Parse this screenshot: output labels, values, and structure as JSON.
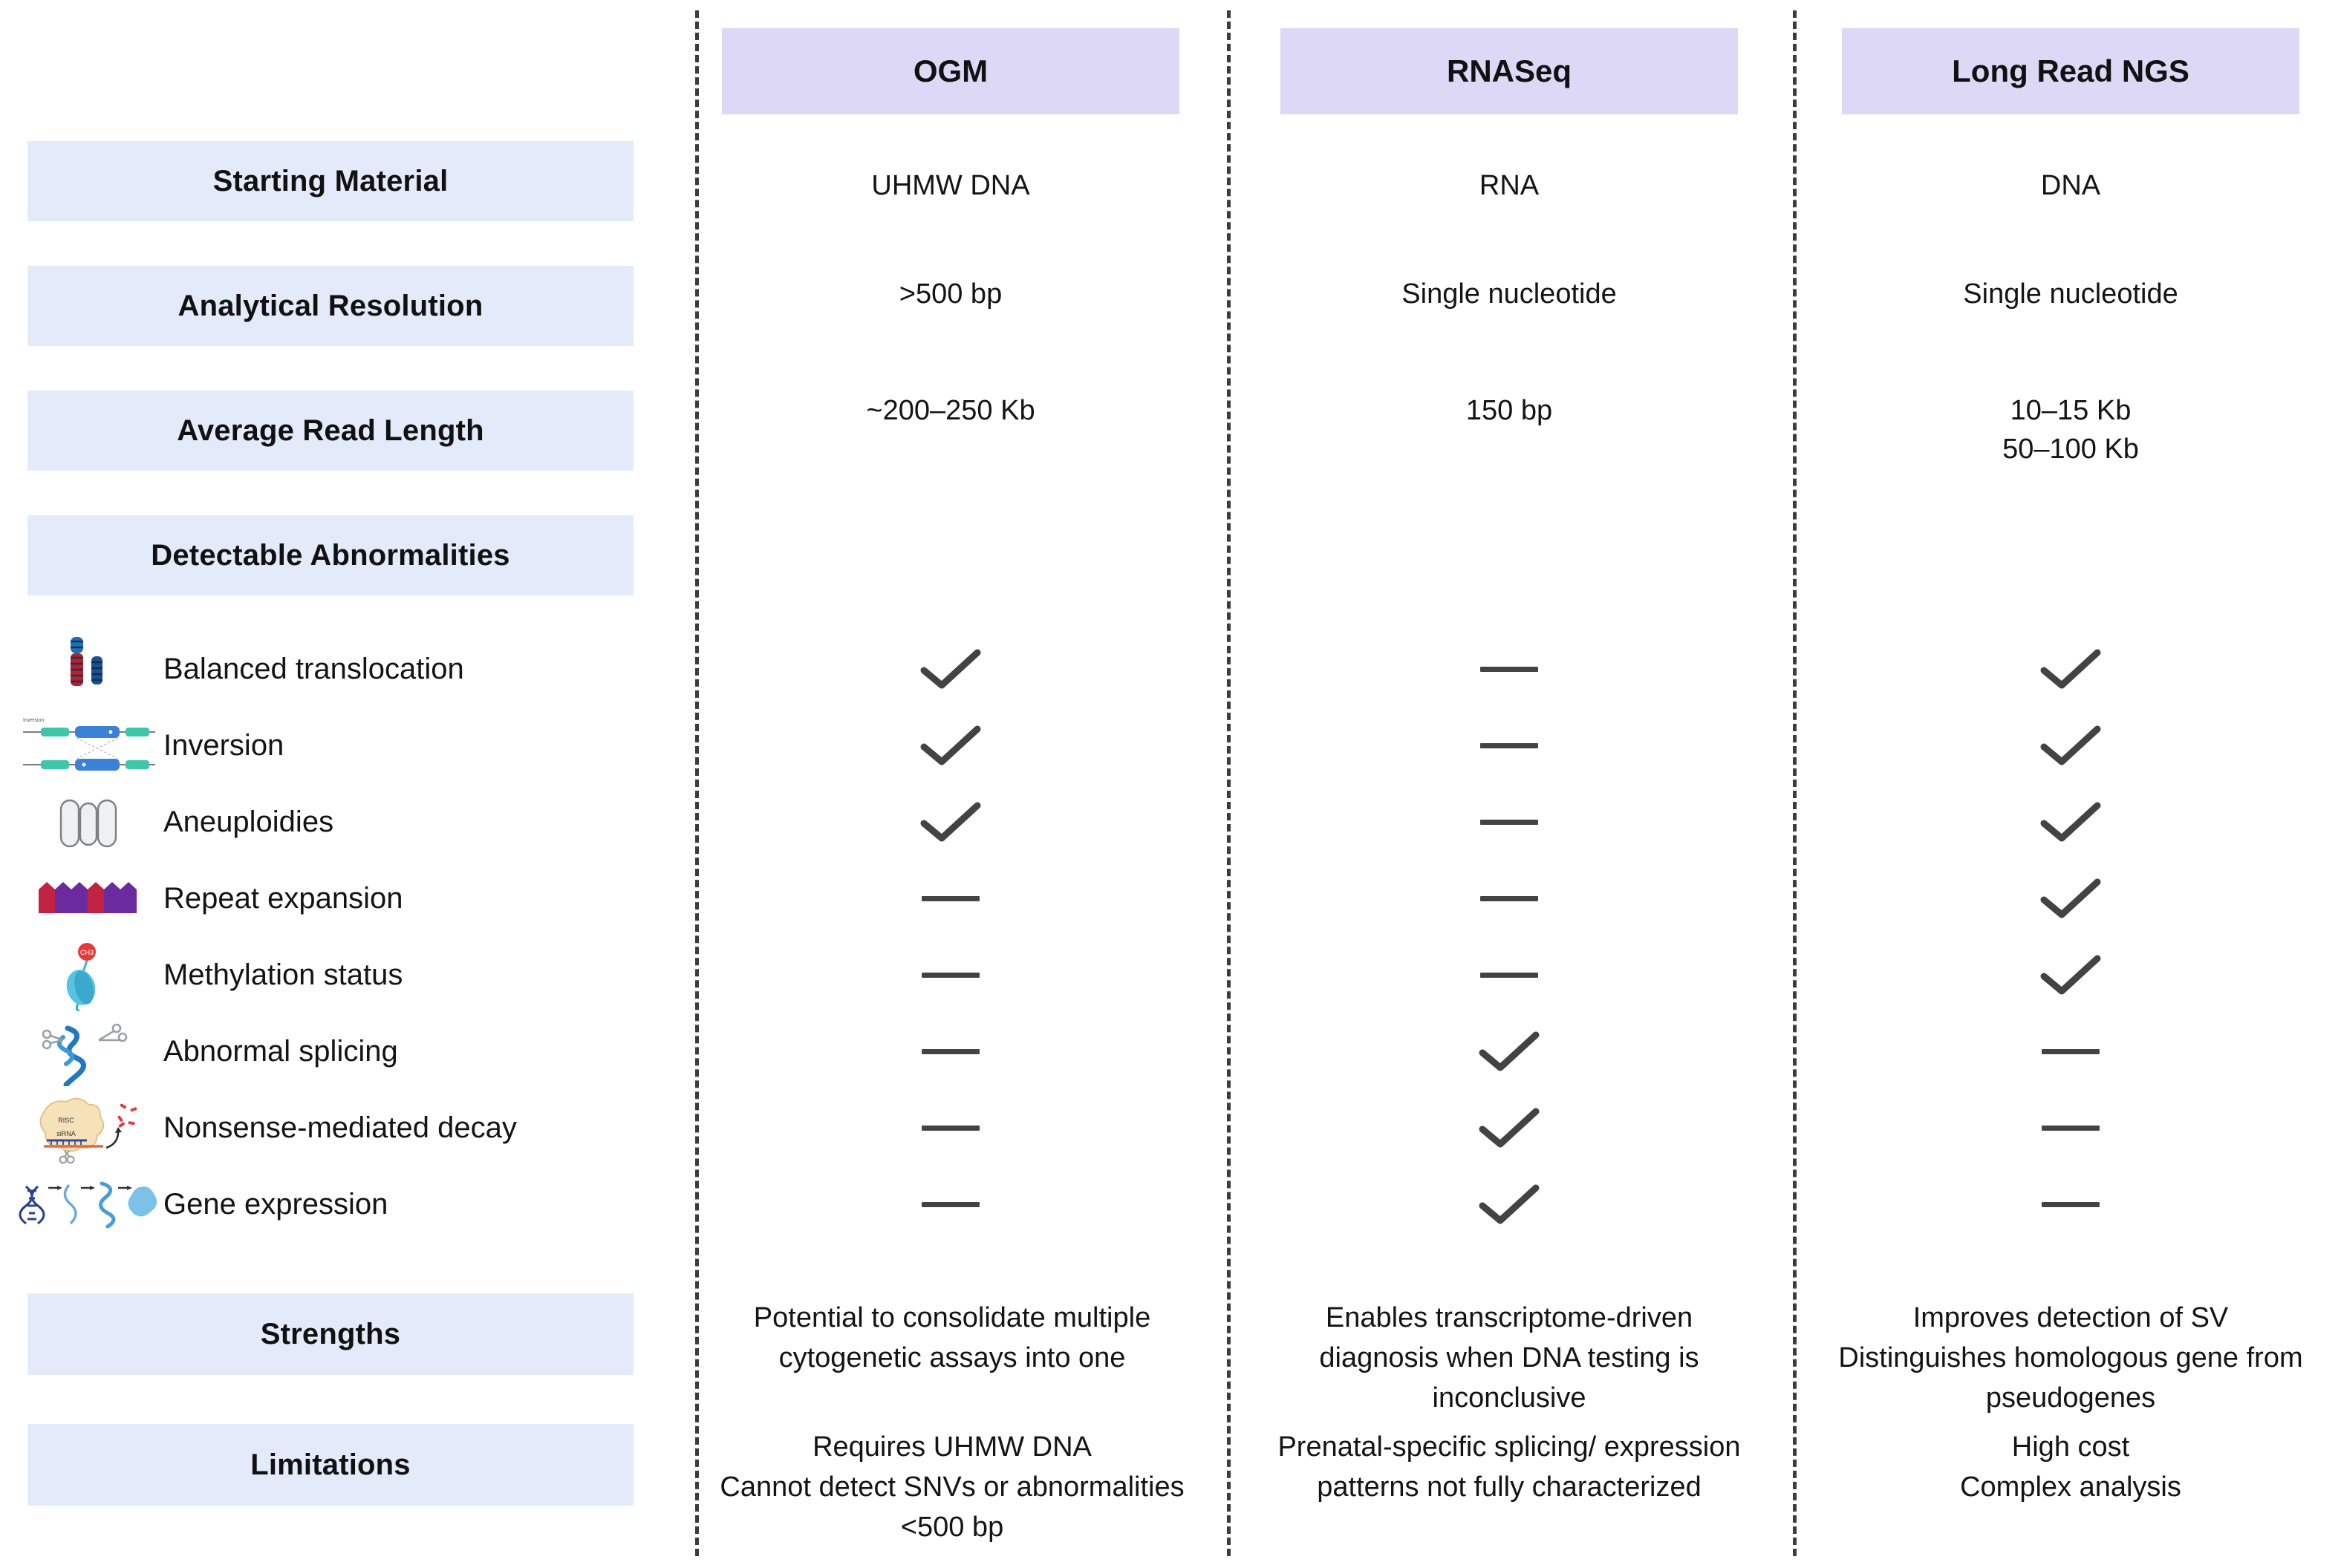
{
  "columns": [
    {
      "id": "ogm",
      "label": "OGM"
    },
    {
      "id": "rnaseq",
      "label": "RNASeq"
    },
    {
      "id": "longread",
      "label": "Long Read NGS"
    }
  ],
  "row_labels": {
    "starting_material": "Starting Material",
    "analytical_resolution": "Analytical Resolution",
    "average_read_length": "Average Read Length",
    "detectable_abnormalities": "Detectable Abnormalities",
    "strengths": "Strengths",
    "limitations": "Limitations"
  },
  "values": {
    "starting_material": {
      "ogm": "UHMW DNA",
      "rnaseq": "RNA",
      "longread": "DNA"
    },
    "analytical_resolution": {
      "ogm": ">500 bp",
      "rnaseq": "Single nucleotide",
      "longread": "Single nucleotide"
    },
    "average_read_length": {
      "ogm": "~200–250 Kb",
      "rnaseq": "150 bp",
      "longread": "10–15 Kb\n50–100 Kb"
    }
  },
  "abnormalities": [
    {
      "icon": "chromosome-translocation-icon",
      "label": "Balanced translocation"
    },
    {
      "icon": "inversion-diagram-icon",
      "label": "Inversion"
    },
    {
      "icon": "aneuploidy-chromosomes-icon",
      "label": "Aneuploidies"
    },
    {
      "icon": "repeat-expansion-icon",
      "label": "Repeat expansion"
    },
    {
      "icon": "methylation-status-icon",
      "label": "Methylation status"
    },
    {
      "icon": "abnormal-splicing-icon",
      "label": "Abnormal splicing"
    },
    {
      "icon": "nonsense-mediated-decay-icon",
      "label": "Nonsense-mediated decay"
    },
    {
      "icon": "gene-expression-icon",
      "label": "Gene expression"
    }
  ],
  "marks": {
    "ogm": [
      "check",
      "check",
      "check",
      "dash",
      "dash",
      "dash",
      "dash",
      "dash"
    ],
    "rnaseq": [
      "dash",
      "dash",
      "dash",
      "dash",
      "dash",
      "check",
      "check",
      "check"
    ],
    "longread": [
      "check",
      "check",
      "check",
      "check",
      "check",
      "dash",
      "dash",
      "dash"
    ]
  },
  "strengths": {
    "ogm": "Potential to consolidate multiple cytogenetic assays into one",
    "rnaseq": "Enables transcriptome-driven diagnosis when DNA testing is inconclusive",
    "longread": "Improves detection of SV\nDistinguishes homologous gene from pseudogenes"
  },
  "limitations": {
    "ogm": "Requires UHMW DNA\nCannot detect SNVs or abnormalities <500 bp",
    "rnaseq": "Prenatal-specific splicing/ expression patterns not fully characterized",
    "longread": "High cost\nComplex analysis"
  },
  "colors": {
    "row_label_bg": "#e3eafa",
    "column_header_bg": "#ddd8f5",
    "divider": "#3c3c3c",
    "mark": "#434343",
    "text": "#141414"
  }
}
